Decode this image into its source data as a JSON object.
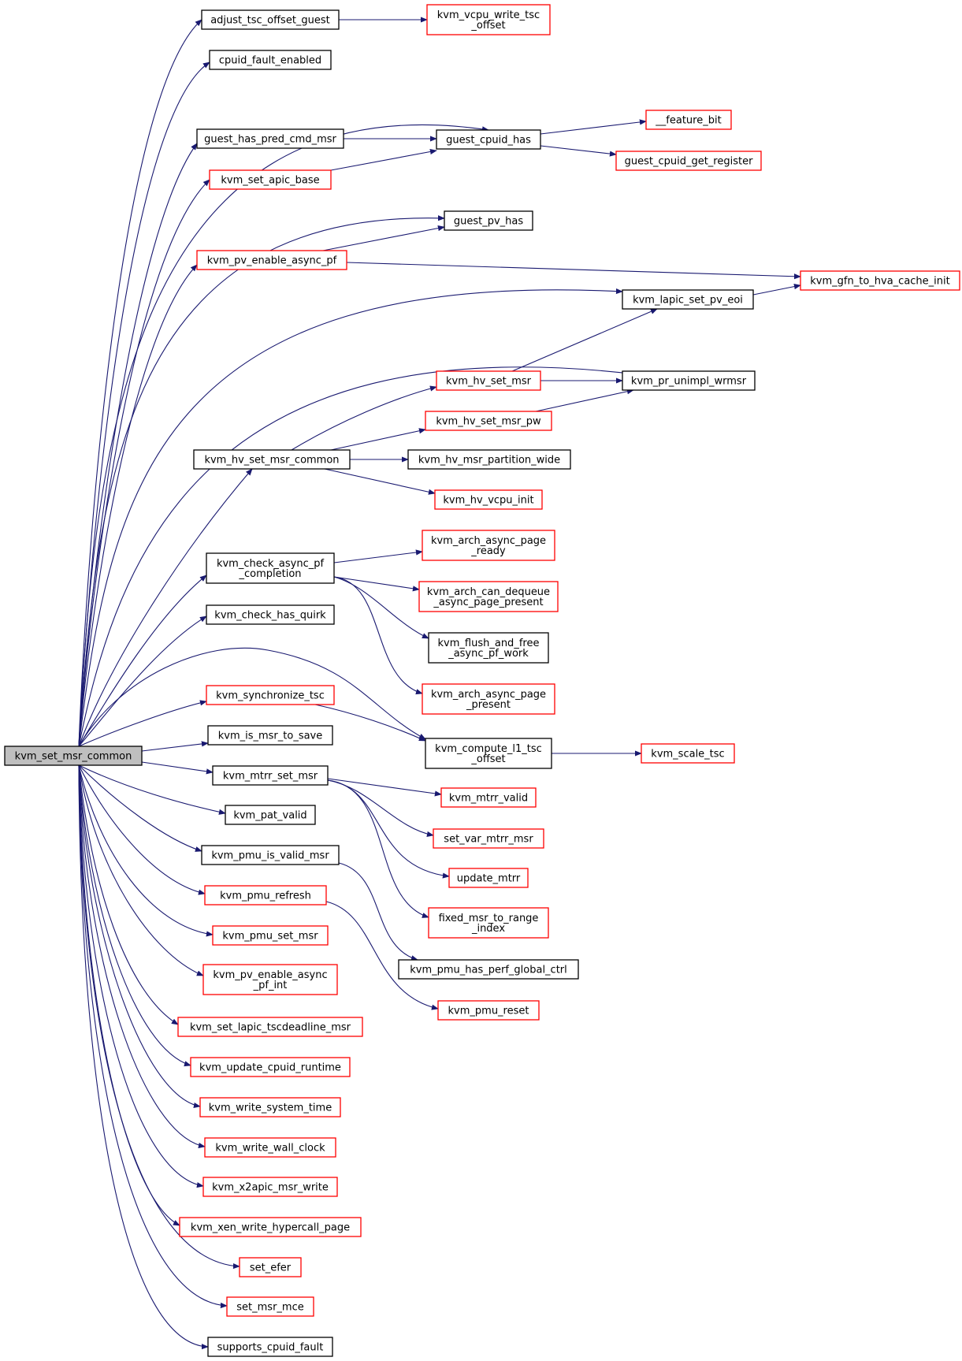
{
  "colors": {
    "edge": "#191970",
    "documented_border": "#000000",
    "undocumented_border": "#ff0000",
    "root_fill": "#bfbfbf",
    "node_fill": "#ffffff"
  },
  "root": {
    "id": "root",
    "lines": [
      "kvm_set_msr_common"
    ]
  },
  "nodes": [
    {
      "id": "adjust_tsc_offset_guest",
      "lines": [
        "adjust_tsc_offset_guest"
      ],
      "style": "documented"
    },
    {
      "id": "kvm_vcpu_write_tsc_offset",
      "lines": [
        "kvm_vcpu_write_tsc",
        "_offset"
      ],
      "style": "undocumented"
    },
    {
      "id": "cpuid_fault_enabled",
      "lines": [
        "cpuid_fault_enabled"
      ],
      "style": "documented"
    },
    {
      "id": "feature_bit",
      "lines": [
        "__feature_bit"
      ],
      "style": "undocumented"
    },
    {
      "id": "guest_has_pred_cmd_msr",
      "lines": [
        "guest_has_pred_cmd_msr"
      ],
      "style": "documented"
    },
    {
      "id": "guest_cpuid_has",
      "lines": [
        "guest_cpuid_has"
      ],
      "style": "documented"
    },
    {
      "id": "guest_cpuid_get_register",
      "lines": [
        "guest_cpuid_get_register"
      ],
      "style": "undocumented"
    },
    {
      "id": "kvm_set_apic_base",
      "lines": [
        "kvm_set_apic_base"
      ],
      "style": "undocumented"
    },
    {
      "id": "guest_pv_has",
      "lines": [
        "guest_pv_has"
      ],
      "style": "documented"
    },
    {
      "id": "kvm_pv_enable_async_pf",
      "lines": [
        "kvm_pv_enable_async_pf"
      ],
      "style": "undocumented"
    },
    {
      "id": "kvm_gfn_to_hva_cache_init",
      "lines": [
        "kvm_gfn_to_hva_cache_init"
      ],
      "style": "undocumented"
    },
    {
      "id": "kvm_lapic_set_pv_eoi",
      "lines": [
        "kvm_lapic_set_pv_eoi"
      ],
      "style": "documented"
    },
    {
      "id": "kvm_hv_set_msr",
      "lines": [
        "kvm_hv_set_msr"
      ],
      "style": "undocumented"
    },
    {
      "id": "kvm_pr_unimpl_wrmsr",
      "lines": [
        "kvm_pr_unimpl_wrmsr"
      ],
      "style": "documented"
    },
    {
      "id": "kvm_hv_set_msr_pw",
      "lines": [
        "kvm_hv_set_msr_pw"
      ],
      "style": "undocumented"
    },
    {
      "id": "kvm_hv_set_msr_common",
      "lines": [
        "kvm_hv_set_msr_common"
      ],
      "style": "documented"
    },
    {
      "id": "kvm_hv_msr_partition_wide",
      "lines": [
        "kvm_hv_msr_partition_wide"
      ],
      "style": "documented"
    },
    {
      "id": "kvm_hv_vcpu_init",
      "lines": [
        "kvm_hv_vcpu_init"
      ],
      "style": "undocumented"
    },
    {
      "id": "kvm_arch_async_page_ready",
      "lines": [
        "kvm_arch_async_page",
        "_ready"
      ],
      "style": "undocumented"
    },
    {
      "id": "kvm_check_async_pf_completion",
      "lines": [
        "kvm_check_async_pf",
        "_completion"
      ],
      "style": "documented"
    },
    {
      "id": "kvm_arch_can_dequeue_async_page_present",
      "lines": [
        "kvm_arch_can_dequeue",
        "_async_page_present"
      ],
      "style": "undocumented"
    },
    {
      "id": "kvm_check_has_quirk",
      "lines": [
        "kvm_check_has_quirk"
      ],
      "style": "documented"
    },
    {
      "id": "kvm_flush_and_free_async_pf_work",
      "lines": [
        "kvm_flush_and_free",
        "_async_pf_work"
      ],
      "style": "documented"
    },
    {
      "id": "kvm_arch_async_page_present",
      "lines": [
        "kvm_arch_async_page",
        "_present"
      ],
      "style": "undocumented"
    },
    {
      "id": "kvm_synchronize_tsc",
      "lines": [
        "kvm_synchronize_tsc"
      ],
      "style": "undocumented"
    },
    {
      "id": "kvm_is_msr_to_save",
      "lines": [
        "kvm_is_msr_to_save"
      ],
      "style": "documented"
    },
    {
      "id": "kvm_compute_l1_tsc_offset",
      "lines": [
        "kvm_compute_l1_tsc",
        "_offset"
      ],
      "style": "documented"
    },
    {
      "id": "kvm_scale_tsc",
      "lines": [
        "kvm_scale_tsc"
      ],
      "style": "undocumented"
    },
    {
      "id": "kvm_mtrr_set_msr",
      "lines": [
        "kvm_mtrr_set_msr"
      ],
      "style": "documented"
    },
    {
      "id": "kvm_mtrr_valid",
      "lines": [
        "kvm_mtrr_valid"
      ],
      "style": "undocumented"
    },
    {
      "id": "kvm_pat_valid",
      "lines": [
        "kvm_pat_valid"
      ],
      "style": "documented"
    },
    {
      "id": "set_var_mtrr_msr",
      "lines": [
        "set_var_mtrr_msr"
      ],
      "style": "undocumented"
    },
    {
      "id": "kvm_pmu_is_valid_msr",
      "lines": [
        "kvm_pmu_is_valid_msr"
      ],
      "style": "documented"
    },
    {
      "id": "update_mtrr",
      "lines": [
        "update_mtrr"
      ],
      "style": "undocumented"
    },
    {
      "id": "kvm_pmu_refresh",
      "lines": [
        "kvm_pmu_refresh"
      ],
      "style": "undocumented"
    },
    {
      "id": "fixed_msr_to_range_index",
      "lines": [
        "fixed_msr_to_range",
        "_index"
      ],
      "style": "undocumented"
    },
    {
      "id": "kvm_pmu_set_msr",
      "lines": [
        "kvm_pmu_set_msr"
      ],
      "style": "undocumented"
    },
    {
      "id": "kvm_pmu_has_perf_global_ctrl",
      "lines": [
        "kvm_pmu_has_perf_global_ctrl"
      ],
      "style": "documented"
    },
    {
      "id": "kvm_pv_enable_async_pf_int",
      "lines": [
        "kvm_pv_enable_async",
        "_pf_int"
      ],
      "style": "undocumented"
    },
    {
      "id": "kvm_pmu_reset",
      "lines": [
        "kvm_pmu_reset"
      ],
      "style": "undocumented"
    },
    {
      "id": "kvm_set_lapic_tscdeadline_msr",
      "lines": [
        "kvm_set_lapic_tscdeadline_msr"
      ],
      "style": "undocumented"
    },
    {
      "id": "kvm_update_cpuid_runtime",
      "lines": [
        "kvm_update_cpuid_runtime"
      ],
      "style": "undocumented"
    },
    {
      "id": "kvm_write_system_time",
      "lines": [
        "kvm_write_system_time"
      ],
      "style": "undocumented"
    },
    {
      "id": "kvm_write_wall_clock",
      "lines": [
        "kvm_write_wall_clock"
      ],
      "style": "undocumented"
    },
    {
      "id": "kvm_x2apic_msr_write",
      "lines": [
        "kvm_x2apic_msr_write"
      ],
      "style": "undocumented"
    },
    {
      "id": "kvm_xen_write_hypercall_page",
      "lines": [
        "kvm_xen_write_hypercall_page"
      ],
      "style": "undocumented"
    },
    {
      "id": "set_efer",
      "lines": [
        "set_efer"
      ],
      "style": "undocumented"
    },
    {
      "id": "set_msr_mce",
      "lines": [
        "set_msr_mce"
      ],
      "style": "undocumented"
    },
    {
      "id": "supports_cpuid_fault",
      "lines": [
        "supports_cpuid_fault"
      ],
      "style": "documented"
    }
  ],
  "edges": [
    [
      "root",
      "adjust_tsc_offset_guest"
    ],
    [
      "root",
      "cpuid_fault_enabled"
    ],
    [
      "root",
      "guest_cpuid_has"
    ],
    [
      "root",
      "guest_has_pred_cmd_msr"
    ],
    [
      "root",
      "kvm_set_apic_base"
    ],
    [
      "root",
      "guest_pv_has"
    ],
    [
      "root",
      "kvm_pv_enable_async_pf"
    ],
    [
      "root",
      "kvm_lapic_set_pv_eoi"
    ],
    [
      "root",
      "kvm_pr_unimpl_wrmsr"
    ],
    [
      "root",
      "kvm_hv_set_msr_common"
    ],
    [
      "root",
      "kvm_check_async_pf_completion"
    ],
    [
      "root",
      "kvm_check_has_quirk"
    ],
    [
      "root",
      "kvm_compute_l1_tsc_offset"
    ],
    [
      "root",
      "kvm_synchronize_tsc"
    ],
    [
      "root",
      "kvm_is_msr_to_save"
    ],
    [
      "root",
      "kvm_mtrr_set_msr"
    ],
    [
      "root",
      "kvm_pat_valid"
    ],
    [
      "root",
      "kvm_pmu_is_valid_msr"
    ],
    [
      "root",
      "kvm_pmu_refresh"
    ],
    [
      "root",
      "kvm_pmu_set_msr"
    ],
    [
      "root",
      "kvm_pv_enable_async_pf_int"
    ],
    [
      "root",
      "kvm_set_lapic_tscdeadline_msr"
    ],
    [
      "root",
      "kvm_update_cpuid_runtime"
    ],
    [
      "root",
      "kvm_write_system_time"
    ],
    [
      "root",
      "kvm_write_wall_clock"
    ],
    [
      "root",
      "kvm_x2apic_msr_write"
    ],
    [
      "root",
      "kvm_xen_write_hypercall_page"
    ],
    [
      "root",
      "set_efer"
    ],
    [
      "root",
      "set_msr_mce"
    ],
    [
      "root",
      "supports_cpuid_fault"
    ],
    [
      "adjust_tsc_offset_guest",
      "kvm_vcpu_write_tsc_offset"
    ],
    [
      "guest_has_pred_cmd_msr",
      "guest_cpuid_has"
    ],
    [
      "kvm_set_apic_base",
      "guest_cpuid_has"
    ],
    [
      "guest_cpuid_has",
      "feature_bit"
    ],
    [
      "guest_cpuid_has",
      "guest_cpuid_get_register"
    ],
    [
      "kvm_pv_enable_async_pf",
      "guest_pv_has"
    ],
    [
      "kvm_pv_enable_async_pf",
      "kvm_gfn_to_hva_cache_init"
    ],
    [
      "kvm_lapic_set_pv_eoi",
      "kvm_gfn_to_hva_cache_init"
    ],
    [
      "kvm_hv_set_msr",
      "kvm_lapic_set_pv_eoi"
    ],
    [
      "kvm_hv_set_msr",
      "kvm_pr_unimpl_wrmsr"
    ],
    [
      "kvm_hv_set_msr_pw",
      "kvm_pr_unimpl_wrmsr"
    ],
    [
      "kvm_hv_set_msr_common",
      "kvm_hv_set_msr"
    ],
    [
      "kvm_hv_set_msr_common",
      "kvm_hv_set_msr_pw"
    ],
    [
      "kvm_hv_set_msr_common",
      "kvm_hv_msr_partition_wide"
    ],
    [
      "kvm_hv_set_msr_common",
      "kvm_hv_vcpu_init"
    ],
    [
      "kvm_check_async_pf_completion",
      "kvm_arch_async_page_ready"
    ],
    [
      "kvm_check_async_pf_completion",
      "kvm_arch_can_dequeue_async_page_present"
    ],
    [
      "kvm_check_async_pf_completion",
      "kvm_flush_and_free_async_pf_work"
    ],
    [
      "kvm_check_async_pf_completion",
      "kvm_arch_async_page_present"
    ],
    [
      "kvm_synchronize_tsc",
      "kvm_compute_l1_tsc_offset"
    ],
    [
      "kvm_compute_l1_tsc_offset",
      "kvm_scale_tsc"
    ],
    [
      "kvm_mtrr_set_msr",
      "kvm_mtrr_valid"
    ],
    [
      "kvm_mtrr_set_msr",
      "set_var_mtrr_msr"
    ],
    [
      "kvm_mtrr_set_msr",
      "update_mtrr"
    ],
    [
      "kvm_mtrr_set_msr",
      "fixed_msr_to_range_index"
    ],
    [
      "kvm_pmu_is_valid_msr",
      "kvm_pmu_has_perf_global_ctrl"
    ],
    [
      "kvm_pmu_refresh",
      "kvm_pmu_reset"
    ]
  ]
}
